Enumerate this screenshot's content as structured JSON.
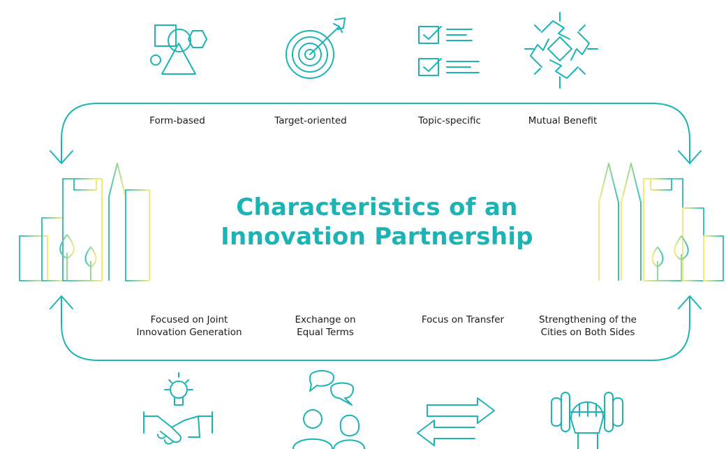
{
  "title": {
    "line1": "Characteristics of an",
    "line2": "Innovation Partnership"
  },
  "colors": {
    "accent": "#1cb3b5",
    "city_gradient_start": "#39c1b6",
    "city_gradient_end": "#f2ec7a",
    "text": "#1a1a1a"
  },
  "top_characteristics": [
    {
      "label": "Form-based",
      "icon": "shapes-icon"
    },
    {
      "label": "Target-oriented",
      "icon": "target-icon"
    },
    {
      "label": "Topic-specific",
      "icon": "checklist-icon"
    },
    {
      "label": "Mutual Benefit",
      "icon": "hands-circle-icon"
    }
  ],
  "bottom_characteristics": [
    {
      "line1": "Focused on Joint",
      "line2": "Innovation Generation",
      "icon": "lightbulb-handshake-icon"
    },
    {
      "line1": "Exchange on",
      "line2": "Equal Terms",
      "icon": "people-chat-icon"
    },
    {
      "line1": "Focus on Transfer",
      "line2": "",
      "icon": "exchange-arrows-icon"
    },
    {
      "line1": "Strengthening of the",
      "line2": "Cities on Both Sides",
      "icon": "fist-dumbbell-icon"
    }
  ],
  "side_illustrations": [
    "city-skyline-left-icon",
    "city-skyline-right-icon"
  ]
}
